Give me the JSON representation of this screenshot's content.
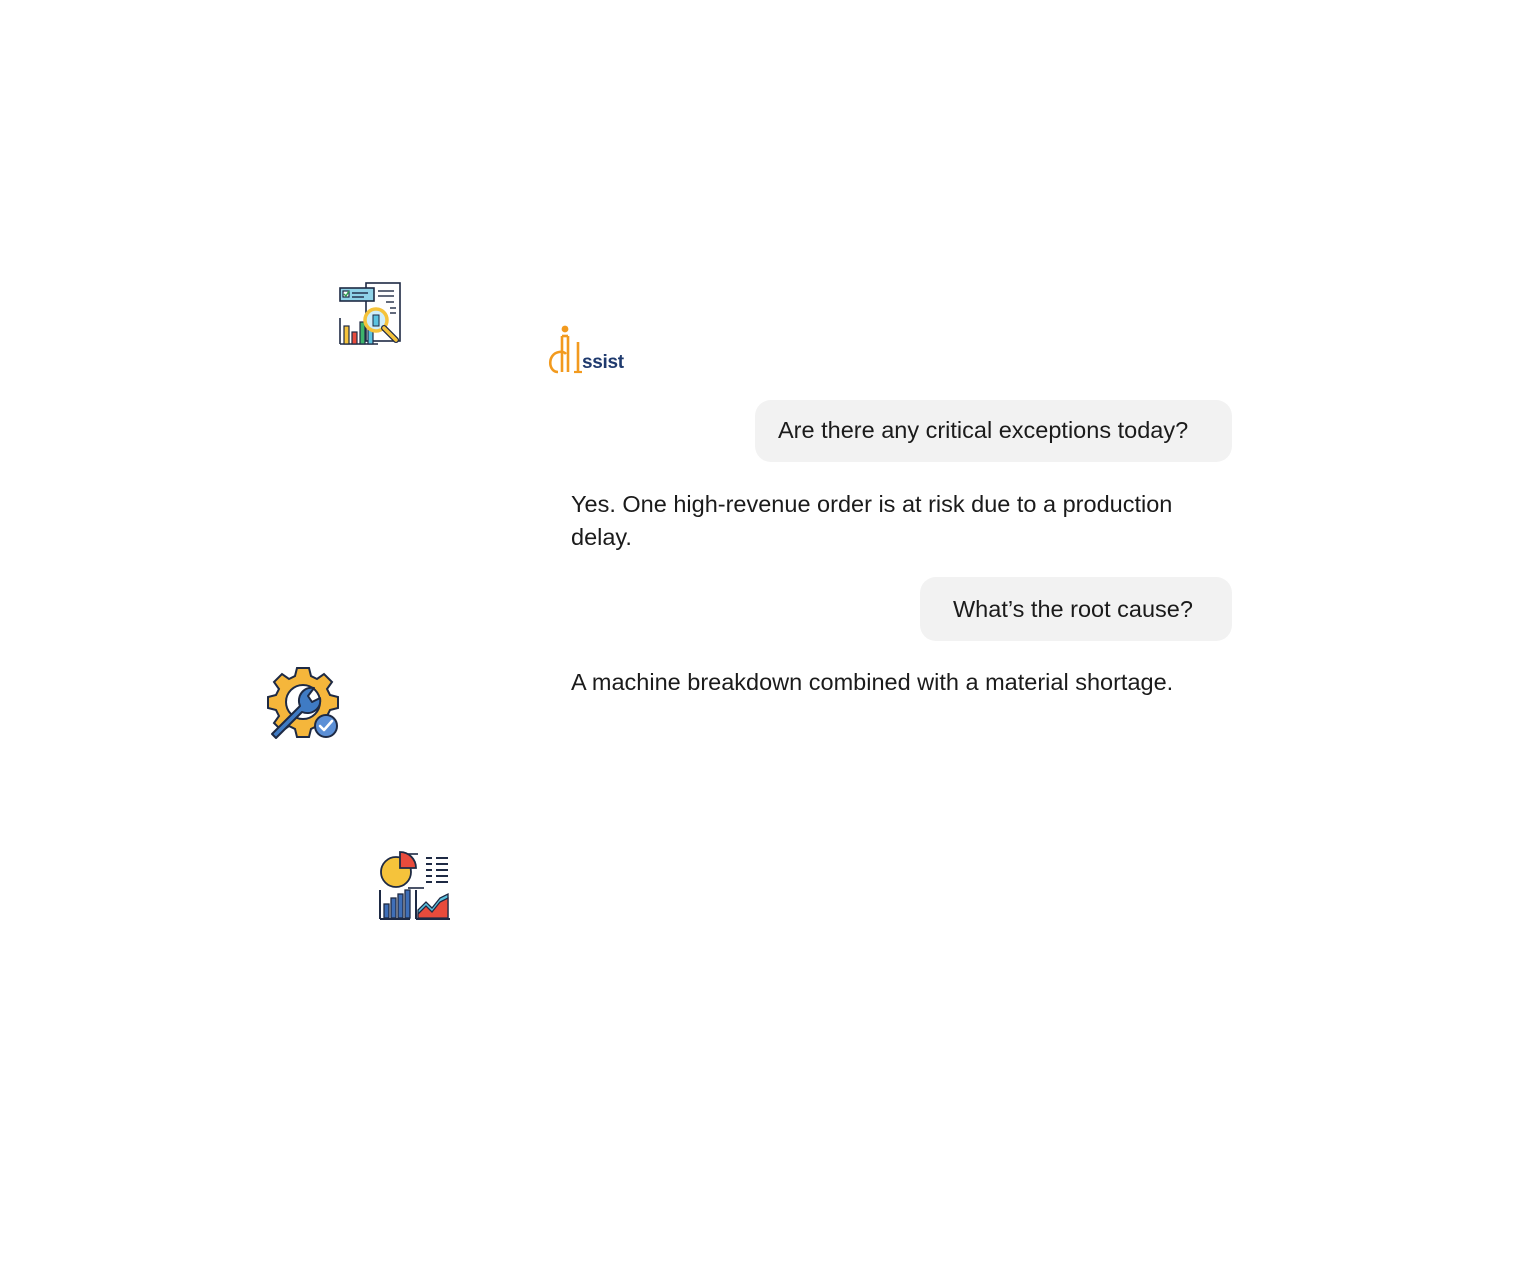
{
  "logo": {
    "text": "ssist",
    "brand_color": "#1f3a6e",
    "accent_color": "#f29a1e"
  },
  "decorations": {
    "report_icon": "report-analytics-icon",
    "gear_icon": "gear-wrench-check-icon",
    "dashboard_icon": "dashboard-charts-icon"
  },
  "chat": {
    "messages": [
      {
        "role": "user",
        "text": "Are there any critical exceptions today?"
      },
      {
        "role": "assistant",
        "text": "Yes. One high-revenue order is at risk due to a production delay."
      },
      {
        "role": "user",
        "text": "What’s the root cause?"
      },
      {
        "role": "assistant",
        "text": "A machine breakdown combined with a material shortage."
      }
    ],
    "bubble_color": "#f2f2f2"
  }
}
